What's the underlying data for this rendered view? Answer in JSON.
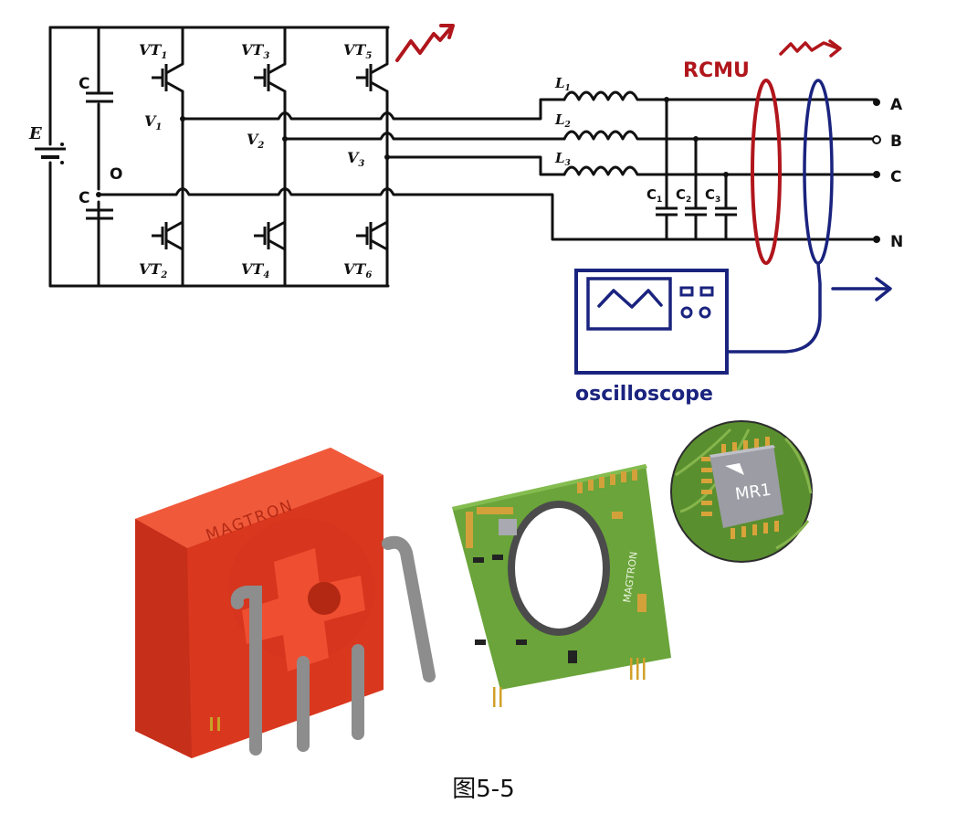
{
  "circuit": {
    "source_label": "E",
    "capacitor_labels": [
      "C",
      "C"
    ],
    "midpoint_label": "O",
    "switches": [
      {
        "name": "VT",
        "sub": "1"
      },
      {
        "name": "VT",
        "sub": "3"
      },
      {
        "name": "VT",
        "sub": "5"
      },
      {
        "name": "VT",
        "sub": "2"
      },
      {
        "name": "VT",
        "sub": "4"
      },
      {
        "name": "VT",
        "sub": "6"
      }
    ],
    "node_labels": [
      {
        "name": "V",
        "sub": "1"
      },
      {
        "name": "V",
        "sub": "2"
      },
      {
        "name": "V",
        "sub": "3"
      }
    ],
    "inductor_labels": [
      {
        "name": "L",
        "sub": "1"
      },
      {
        "name": "L",
        "sub": "2"
      },
      {
        "name": "L",
        "sub": "3"
      }
    ],
    "filter_capacitor_labels": [
      {
        "name": "C",
        "sub": "1"
      },
      {
        "name": "C",
        "sub": "2"
      },
      {
        "name": "C",
        "sub": "3"
      }
    ],
    "terminals": [
      "A",
      "B",
      "C",
      "N"
    ],
    "sensor_label": "RCMU",
    "instrument_label": "oscilloscope"
  },
  "colors": {
    "wire": "#111111",
    "rcmu": "#b0161c",
    "oscilloscope": "#1a237e",
    "sensor_housing": "#e8432e",
    "pcb": "#6aa43a"
  },
  "products": {
    "housing_brand": "MAGTRON",
    "pcb_brand": "MAGTRON",
    "chip_label": "MR1"
  },
  "caption": "图5-5"
}
